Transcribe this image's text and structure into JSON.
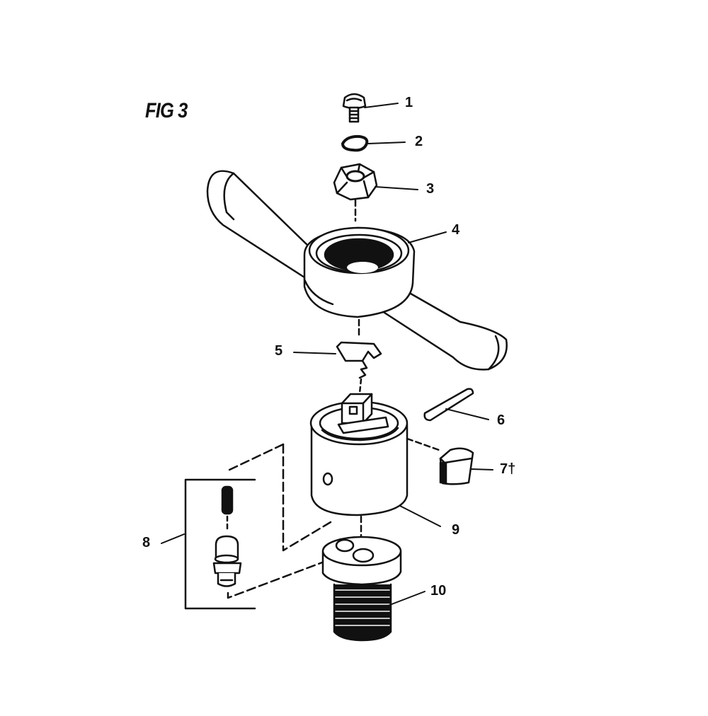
{
  "figure": {
    "title": "FIG 3"
  },
  "callouts": [
    {
      "id": "1",
      "label": "1"
    },
    {
      "id": "2",
      "label": "2"
    },
    {
      "id": "3",
      "label": "3"
    },
    {
      "id": "4",
      "label": "4"
    },
    {
      "id": "5",
      "label": "5"
    },
    {
      "id": "6",
      "label": "6"
    },
    {
      "id": "7",
      "label": "7†"
    },
    {
      "id": "8",
      "label": "8"
    },
    {
      "id": "9",
      "label": "9"
    },
    {
      "id": "10",
      "label": "10"
    }
  ]
}
